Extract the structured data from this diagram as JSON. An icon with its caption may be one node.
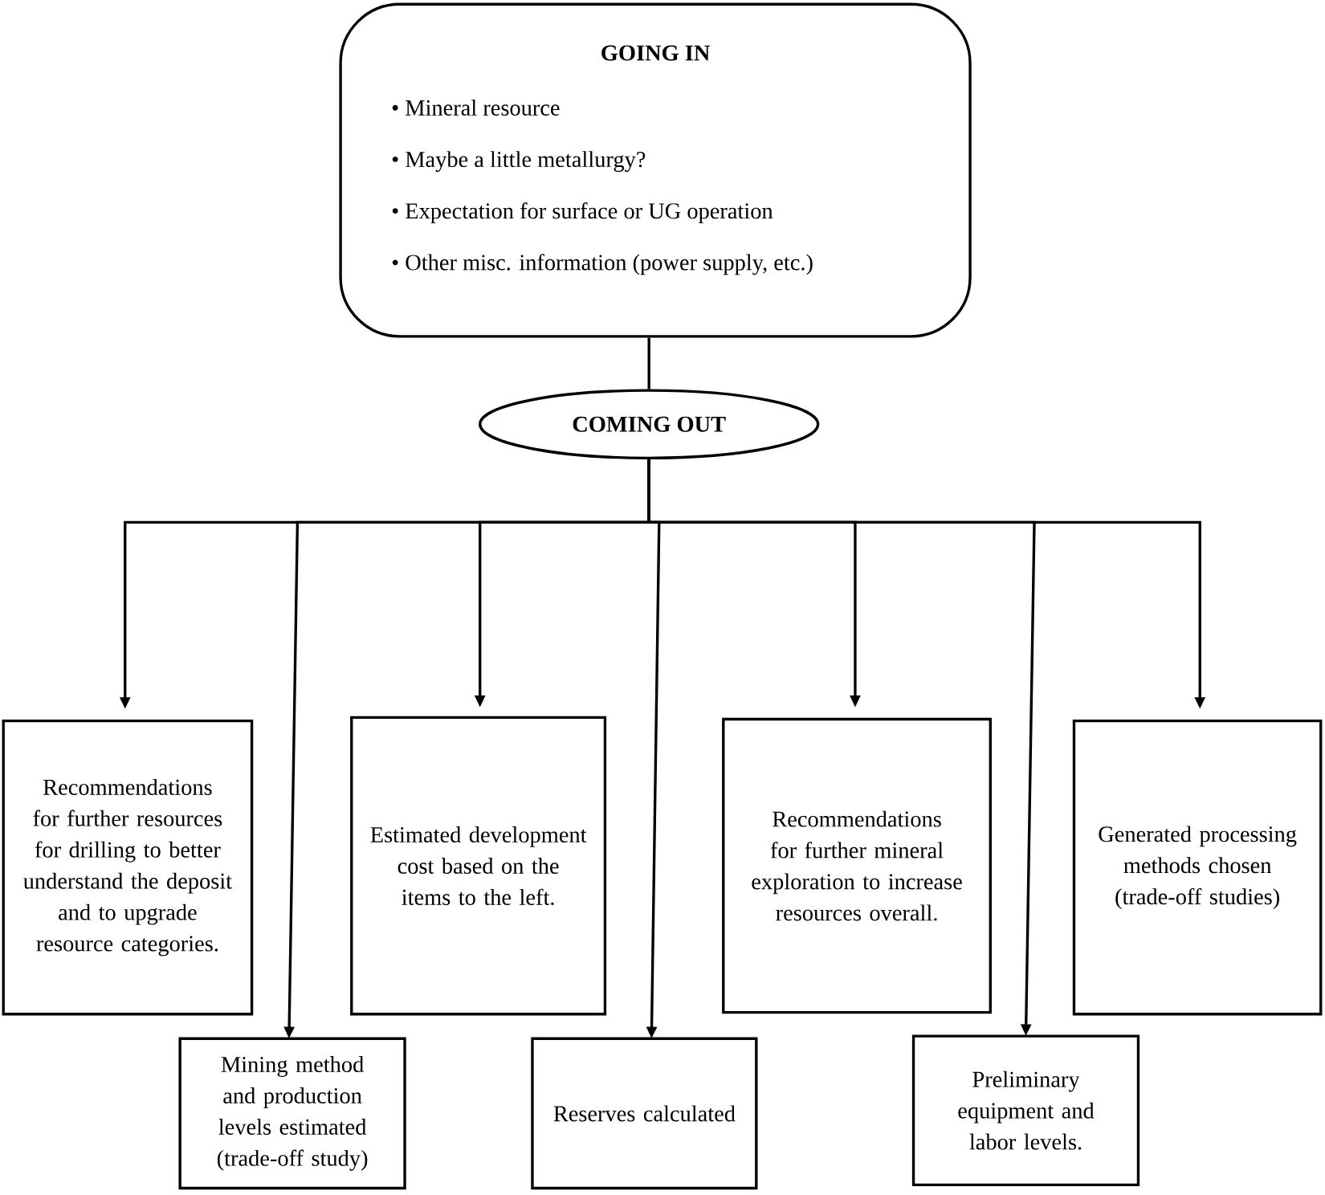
{
  "diagram": {
    "nodes": [
      {
        "text": [
          "GOING IN",
          "• Mineral resource",
          "• Maybe a little metallurgy?",
          "• Expectation for surface or UG operation",
          "• Other misc. information (power supply, etc.)"
        ]
      },
      {
        "text": [
          "COMING OUT"
        ]
      },
      {
        "text": [
          "Recommendations for further resources for drilling to better understand the deposit and to upgrade resource categories."
        ]
      },
      {
        "text": [
          "Mining method and production levels estimated (trade-off study)"
        ]
      },
      {
        "text": [
          "Estimated development cost based on the items to the left."
        ]
      },
      {
        "text": [
          "Reserves calculated"
        ]
      },
      {
        "text": [
          "Recommendations for further mineral exploration to increase resources overall."
        ]
      },
      {
        "text": [
          "Preliminary equipment and labor levels."
        ]
      },
      {
        "text": [
          "Generated processing methods chosen (trade-off studies)"
        ]
      }
    ],
    "edges": [
      {
        "from": 0,
        "to": 1,
        "arrow": "none"
      },
      {
        "from": 1,
        "to": 2,
        "arrow": "to"
      },
      {
        "from": 1,
        "to": 3,
        "arrow": "to"
      },
      {
        "from": 1,
        "to": 4,
        "arrow": "to"
      },
      {
        "from": 1,
        "to": 5,
        "arrow": "to"
      },
      {
        "from": 1,
        "to": 6,
        "arrow": "to"
      },
      {
        "from": 1,
        "to": 7,
        "arrow": "to"
      },
      {
        "from": 1,
        "to": 8,
        "arrow": "to"
      }
    ]
  }
}
